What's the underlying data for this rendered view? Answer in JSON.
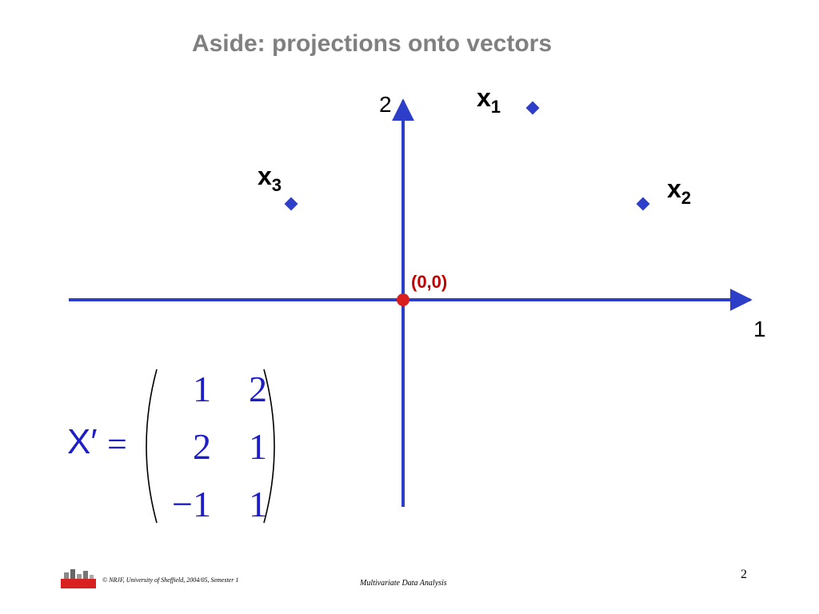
{
  "slide": {
    "title": "Aside: projections onto vectors",
    "page_number": "2",
    "footer_copyright": "© NRJF, University of Sheffield, 2004/05, Semester 1",
    "footer_course": "Multivariate Data Analysis"
  },
  "diagram": {
    "axis_1_label": "1",
    "axis_2_label": "2",
    "origin_label": "(0,0)",
    "points": [
      {
        "name": "x",
        "subscript": "1",
        "coords": [
          1,
          2
        ]
      },
      {
        "name": "x",
        "subscript": "2",
        "coords": [
          2,
          1
        ]
      },
      {
        "name": "x",
        "subscript": "3",
        "coords": [
          -1,
          1
        ]
      }
    ],
    "colors": {
      "axis": "#2d3ec8",
      "point": "#2d3ec8",
      "origin": "#d81e1e",
      "label": "#000000"
    }
  },
  "matrix": {
    "lhs": "X′",
    "equals": "=",
    "rows": [
      [
        "1",
        "2"
      ],
      [
        "2",
        "1"
      ],
      [
        "−1",
        "1"
      ]
    ],
    "color": "#1e1ec8"
  }
}
